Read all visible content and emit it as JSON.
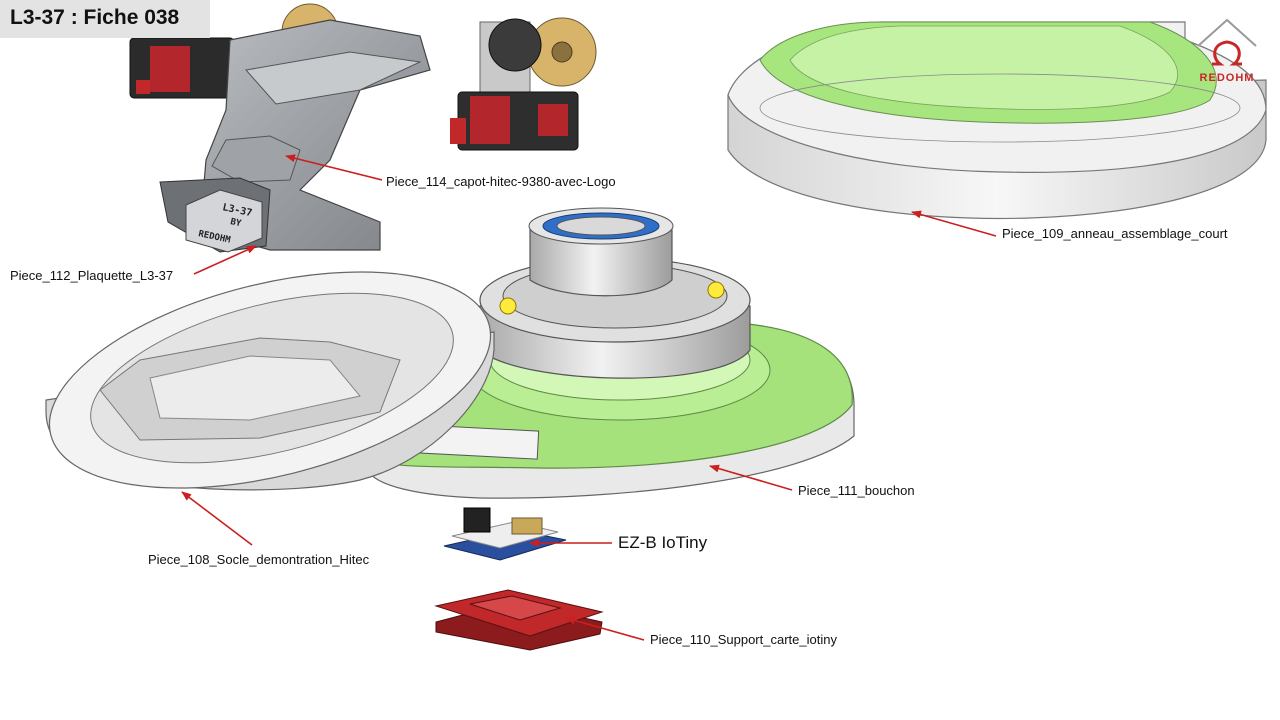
{
  "header": {
    "title": "L3-37 : Fiche 038"
  },
  "logo": {
    "text": "REDOHM",
    "color": "#c62828"
  },
  "parts": {
    "piece_114": "Piece_114_capot-hitec-9380-avec-Logo",
    "piece_112": "Piece_112_Plaquette_L3-37",
    "piece_109": "Piece_109_anneau_assemblage_court",
    "piece_111": "Piece_111_bouchon",
    "piece_108": "Piece_108_Socle_demontration_Hitec",
    "ezb": "EZ-B IoTiny",
    "piece_110": "Piece_110_Support_carte_iotiny"
  },
  "plaque": {
    "line1": "L3-37",
    "line2": "BY",
    "line3": "REDOHM"
  },
  "colors": {
    "arrow": "#cc1f1f",
    "green": "#9be36b",
    "part_red": "#c0282a",
    "servo_red": "#b3262c",
    "board_blue": "#2a4f9e",
    "gold": "#d8b36a"
  }
}
